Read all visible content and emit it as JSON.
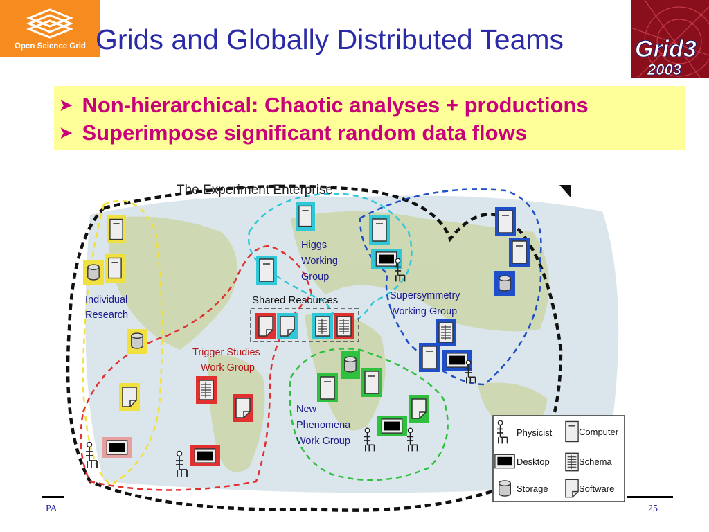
{
  "slide": {
    "title": "Grids and Globally Distributed Teams",
    "logo_left": "Open Science Grid",
    "logo_right": "Grid3 2003",
    "logo_right_word": "Grid3",
    "logo_right_year": "2003",
    "bullets": [
      "Non-hierarchical: Chaotic analyses + productions",
      "Superimpose significant random data flows"
    ],
    "footer_left": "PA",
    "page_number": "25"
  },
  "diagram": {
    "enterprise_label": "The Experiment  Enterprise",
    "shared_resources_label": "Shared Resources",
    "groups": {
      "individual": [
        "Individual",
        "Research"
      ],
      "higgs": [
        "Higgs",
        "Working",
        "Group"
      ],
      "susy": [
        "Supersymmetry",
        "Working Group"
      ],
      "trigger": [
        "Trigger Studies",
        "Work Group"
      ],
      "new_phenomena": [
        "New",
        "Phenomena",
        "Work Group"
      ]
    },
    "legend": {
      "physicist": "Physicist",
      "computer": "Computer",
      "desktop": "Desktop",
      "schema": "Schema",
      "storage": "Storage",
      "software": "Software"
    },
    "colors": {
      "title": "#2a2aa6",
      "bullet_text": "#c8007a",
      "bullet_bg": "#ffff99",
      "osg_orange": "#f68b1f",
      "grid3_red": "#8a0f1c",
      "enterprise": "#111111",
      "individual": "#f0e040",
      "higgs": "#30c8d8",
      "susy": "#1f4fc8",
      "trigger": "#e03030",
      "new_phenomena": "#30c040"
    },
    "icons": [
      "computer-icon",
      "desktop-icon",
      "storage-icon",
      "schema-icon",
      "software-icon",
      "physicist-icon"
    ]
  }
}
